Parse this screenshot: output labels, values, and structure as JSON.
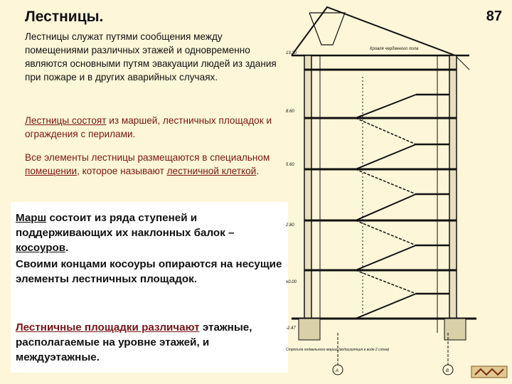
{
  "title": "Лестницы.",
  "page_number": "87",
  "para1": "Лестницы служат путями сообщения между помещениями различных этажей и одновременно являются основными путям эвакуации людей из здания при пожаре и в других аварийных случаях.",
  "para2": {
    "link": "Лестницы состоят",
    "rest": " из маршей, лестничных площадок и ограждения с перилами."
  },
  "para3": {
    "pre": "Все элементы лестницы размещаются в специальном ",
    "link1": "помещении",
    "mid": ", которое называют ",
    "link2": "лестничной клеткой",
    "post": "."
  },
  "box": {
    "march_word": "Марш",
    "march_rest": " состоит из ряда ступеней и поддерживающих их наклонных балок –",
    "kosour_word": "косоуров",
    "kosour_dot": ".",
    "line2": "Своими концами косоуры опираются на несущие элементы лестничных площадок.",
    "line3_a": "Лестничные площадки различают",
    "line3_b": " этажные, располагаемые на уровне этажей, и междуэтажные."
  },
  "drawing_labels": {
    "roof_label": "Кровля чердачного пола",
    "level_1": "13.30",
    "level_2": "8.60",
    "level_3": "5.60",
    "level_4": "2.80",
    "level_5": "±0.00",
    "level_6": "-2.47",
    "axis_a": "А",
    "axis_b": "В",
    "bottom_note": "Стропила подвального марша (водоизоляция в виде 2 слоев)"
  }
}
